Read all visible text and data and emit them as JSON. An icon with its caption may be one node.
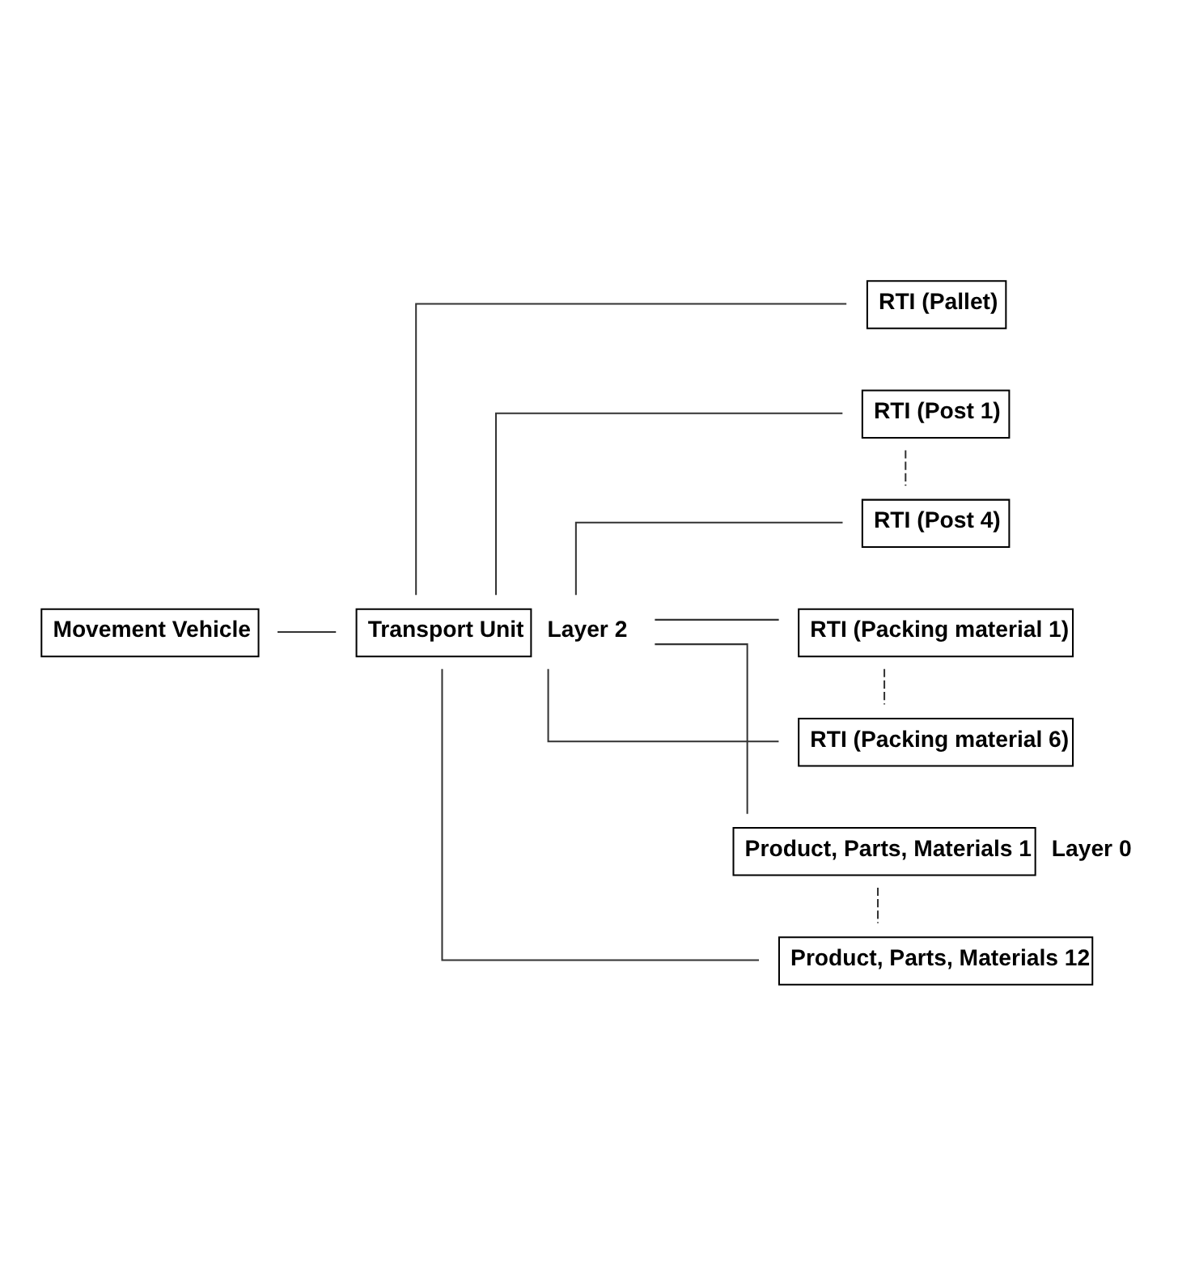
{
  "diagram": {
    "nodes": [
      {
        "text": [
          "Movement Vehicle"
        ]
      },
      {
        "text": [
          "Transport Unit"
        ],
        "beside": [
          "Layer 2"
        ]
      },
      {
        "text": [
          "RTI (Pallet)"
        ]
      },
      {
        "text": [
          "RTI (Post 1)"
        ]
      },
      {
        "text": [
          "RTI (Post 4)"
        ]
      },
      {
        "text": [
          "RTI (Packing material 1)"
        ]
      },
      {
        "text": [
          "RTI (Packing material 6)"
        ]
      },
      {
        "text": [
          "Product, Parts, Materials 1"
        ],
        "beside": [
          "Layer 0"
        ]
      },
      {
        "text": [
          "Product, Parts, Materials 12"
        ]
      }
    ],
    "edges": [
      {
        "from": 0,
        "to": 1,
        "arrow": "none"
      },
      {
        "from": 1,
        "to": 2,
        "arrow": "none"
      },
      {
        "from": 1,
        "to": 3,
        "arrow": "none"
      },
      {
        "from": 3,
        "to": 4,
        "arrow": "none",
        "style": "dashed"
      },
      {
        "from": 1,
        "to": 4,
        "arrow": "none"
      },
      {
        "from": 1,
        "to": 5,
        "arrow": "none"
      },
      {
        "from": 5,
        "to": 6,
        "arrow": "none",
        "style": "dashed"
      },
      {
        "from": 1,
        "to": 6,
        "arrow": "none"
      },
      {
        "from": 1,
        "to": 7,
        "arrow": "none"
      },
      {
        "from": 7,
        "to": 8,
        "arrow": "none",
        "style": "dashed"
      },
      {
        "from": 1,
        "to": 8,
        "arrow": "none"
      }
    ]
  }
}
